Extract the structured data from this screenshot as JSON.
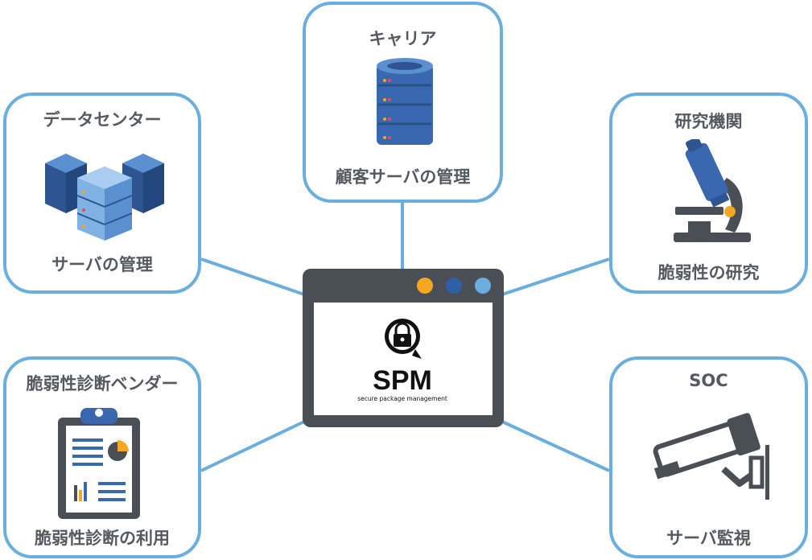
{
  "center": {
    "logo_text": "SPM",
    "logo_subtext": "secure package management"
  },
  "nodes": {
    "carrier": {
      "title": "キャリア",
      "caption": "顧客サーバの管理",
      "icon": "database-server-icon"
    },
    "datacenter": {
      "title": "データセンター",
      "caption": "サーバの管理",
      "icon": "server-racks-icon"
    },
    "research": {
      "title": "研究機関",
      "caption": "脆弱性の研究",
      "icon": "microscope-icon"
    },
    "vendor": {
      "title": "脆弱性診断ベンダー",
      "caption": "脆弱性診断の利用",
      "icon": "clipboard-report-icon"
    },
    "soc": {
      "title": "SOC",
      "caption": "サーバ監視",
      "icon": "security-camera-icon"
    }
  },
  "colors": {
    "border": "#6aaee0",
    "window_frame": "#4a4e55",
    "dot_orange": "#f5a623",
    "dot_blue": "#2f5fa8",
    "dot_light_blue": "#6aaee0",
    "text": "#555a60",
    "icon_blue": "#3a68b0"
  }
}
